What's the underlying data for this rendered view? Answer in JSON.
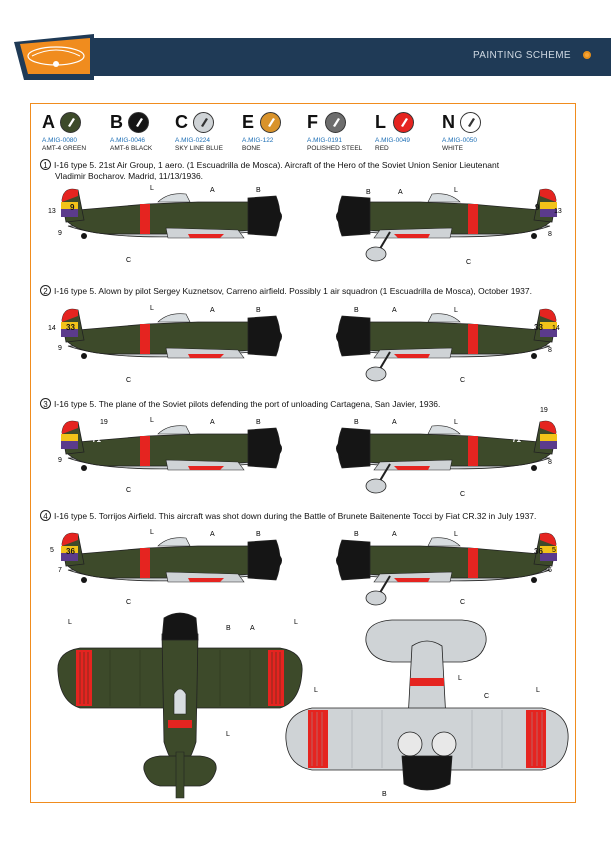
{
  "header": {
    "title": "PAINTING SCHEME",
    "brand_color": "#1f3a56",
    "accent_color": "#f08c1e"
  },
  "paints": [
    {
      "letter": "A",
      "code": "A.MIG-0080",
      "name": "AMT-4 GREEN",
      "color": "#3d4a2a"
    },
    {
      "letter": "B",
      "code": "A.MIG-0046",
      "name": "AMT-6 BLACK",
      "color": "#151515"
    },
    {
      "letter": "C",
      "code": "A.MIG-0224",
      "name": "SKY LINE BLUE",
      "color": "#cfd3d6"
    },
    {
      "letter": "E",
      "code": "A.MIG-122",
      "name": "BONE",
      "color": "#d9932b"
    },
    {
      "letter": "F",
      "code": "A.MIG-0191",
      "name": "POLISHED STEEL",
      "color": "#6d6d6d"
    },
    {
      "letter": "L",
      "code": "A.MIG-0049",
      "name": "RED",
      "color": "#e52420"
    },
    {
      "letter": "N",
      "code": "A.MIG-0050",
      "name": "WHITE",
      "color": "#ffffff"
    }
  ],
  "schemes": [
    {
      "num": "1",
      "line1": "I-16 type 5. 21st Air Group, 1 aero. (1 Escuadrilla de Mosca). Aircraft of the Hero of the Soviet Union Senior Lieutenant",
      "line2": "Vladimir Bocharov. Madrid, 11/13/1936.",
      "tail_number": "9",
      "left_labels": {
        "tail": "13",
        "lower": "9"
      },
      "right_labels": {
        "tail": "13",
        "lower": "8"
      }
    },
    {
      "num": "2",
      "line1": "I-16 type 5. Alown by pilot Sergey Kuznetsov, Carreno airfield. Possibly 1 air squadron (1 Escuadrilla de Mosca), October 1937.",
      "line2": "",
      "tail_number": "33",
      "left_labels": {
        "tail": "14",
        "lower": "9"
      },
      "right_labels": {
        "tail": "14",
        "lower": "8"
      }
    },
    {
      "num": "3",
      "line1": "I-16 type 5. The plane of the Soviet pilots defending the port of unloading Cartagena, San Javier, 1936.",
      "line2": "",
      "tail_number": "71",
      "left_labels": {
        "tail": "19",
        "lower": "9"
      },
      "right_labels": {
        "tail": "19",
        "lower": "8"
      }
    },
    {
      "num": "4",
      "line1": "I-16 type 5. Torrijos Airfield. This aircraft was shot down during the Battle of Brunete Baitenente Tocci by Fiat CR.32 in July 1937.",
      "line2": "",
      "tail_number": "36",
      "left_labels": {
        "tail": "5",
        "lower": "7"
      },
      "right_labels": {
        "tail": "5",
        "lower": "6"
      }
    }
  ],
  "callouts": {
    "A": "A",
    "B": "B",
    "C": "C",
    "L": "L"
  }
}
